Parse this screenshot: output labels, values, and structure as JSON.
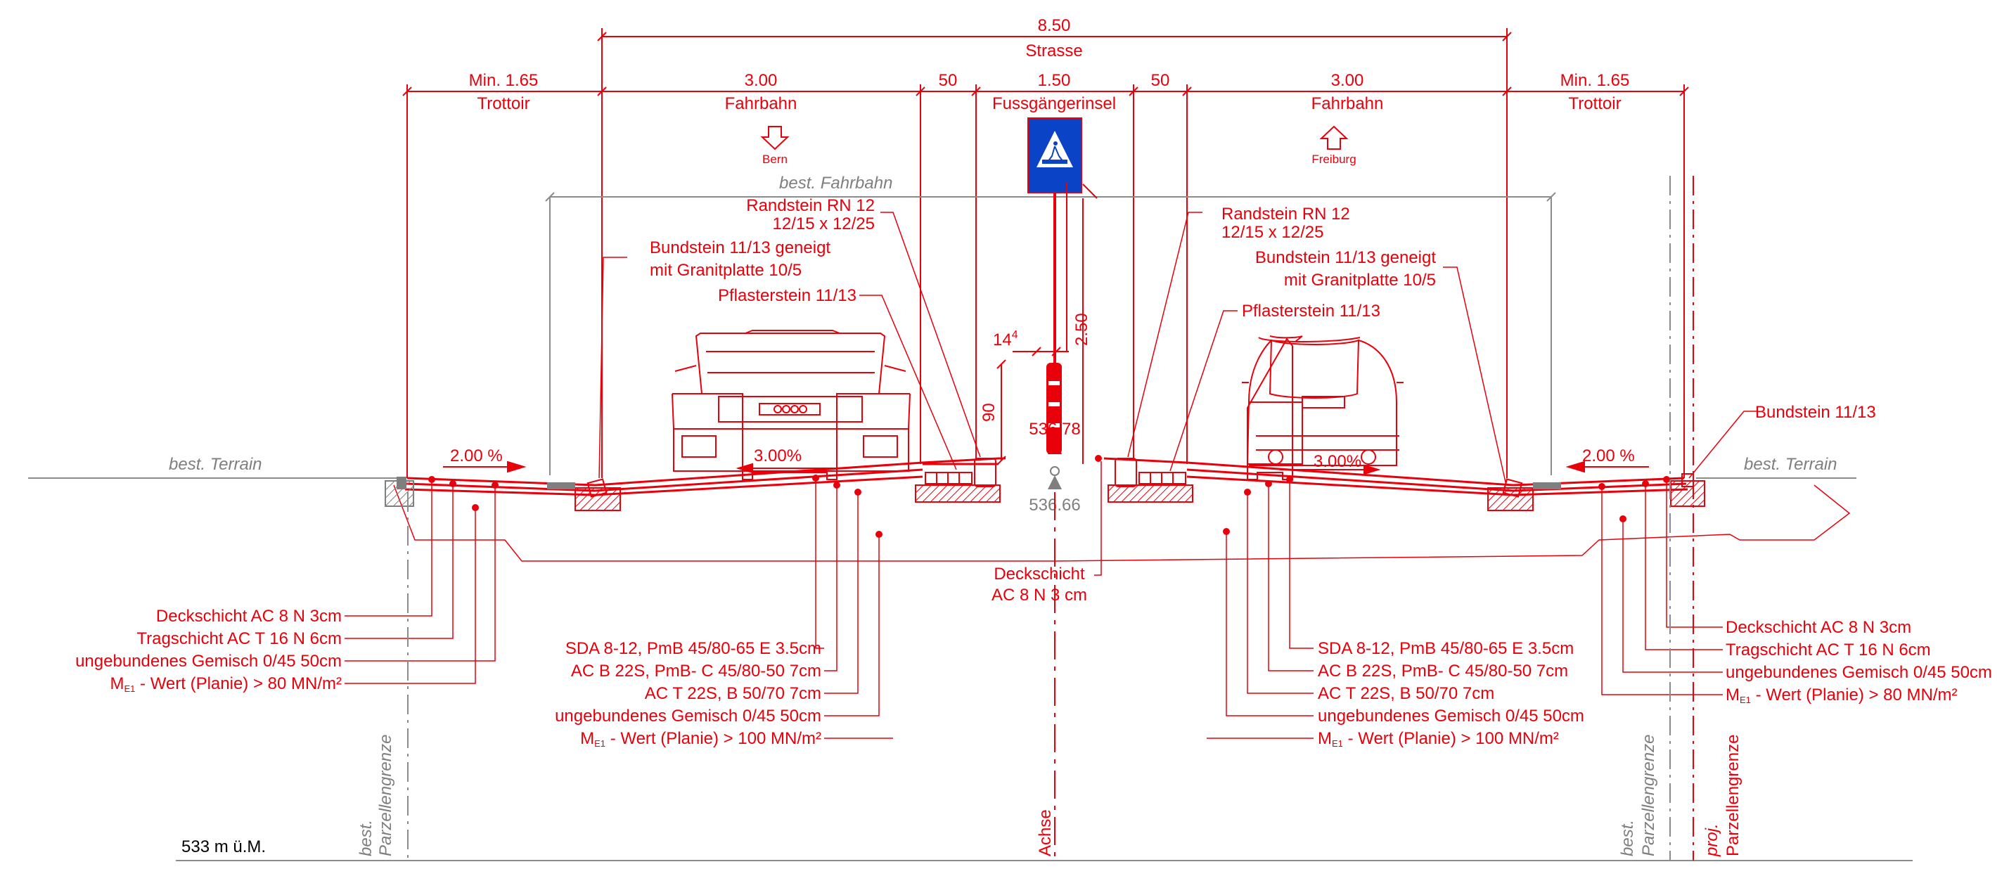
{
  "colors": {
    "red": "#e8000b",
    "gray": "#7f7f7f",
    "sign_blue": "#0a43c6",
    "black": "#000000"
  },
  "dimensions": {
    "total_value": "8.50",
    "total_label": "Strasse",
    "trottoir_l_value": "Min. 1.65",
    "trottoir_l_label": "Trottoir",
    "fahrbahn_l_value": "3.00",
    "fahrbahn_l_label": "Fahrbahn",
    "gap_l": "50",
    "insel_value": "1.50",
    "insel_label": "Fussgängerinsel",
    "gap_r": "50",
    "fahrbahn_r_value": "3.00",
    "fahrbahn_r_label": "Fahrbahn",
    "trottoir_r_value": "Min. 1.65",
    "trottoir_r_label": "Trottoir"
  },
  "directions": {
    "left": "Bern",
    "right": "Freiburg",
    "left_icon": "arrow-down-icon",
    "right_icon": "arrow-up-icon"
  },
  "existing": {
    "fahrbahn": "best. Fahrbahn",
    "terrain_l": "best. Terrain",
    "terrain_r": "best. Terrain"
  },
  "slopes": {
    "trottoir_l": "2.00 %",
    "fahrbahn_l": "3.00%",
    "fahrbahn_r": "3.00%",
    "trottoir_r": "2.00 %"
  },
  "island": {
    "dim_14": "14",
    "dim_14_sup": "4",
    "dim_250": "2.50",
    "dim_90": "90",
    "level_top": "536.78",
    "level_bottom": "536.66",
    "sign_icon": "pedestrian-crossing-sign-icon"
  },
  "labels": {
    "randstein_l_1": "Randstein RN 12",
    "randstein_l_2": "12/15 x 12/25",
    "bundstein_l_1": "Bundstein 11/13 geneigt",
    "bundstein_l_2": "mit Granitplatte 10/5",
    "pflaster_l": "Pflasterstein 11/13",
    "randstein_r_1": "Randstein RN 12",
    "randstein_r_2": "12/15 x 12/25",
    "bundstein_r_1": "Bundstein 11/13 geneigt",
    "bundstein_r_2": "mit Granitplatte 10/5",
    "pflaster_r": "Pflasterstein 11/13",
    "bundstein_edge": "Bundstein 11/13",
    "deck_island_1": "Deckschicht",
    "deck_island_2": "AC 8 N 3 cm"
  },
  "layers_trottoir_l": {
    "deck": "Deckschicht AC 8 N 3cm",
    "trag": "Tragschicht AC T 16 N 6cm",
    "gemisch": "ungebundenes Gemisch 0/45 50cm",
    "me_pre": "M",
    "me_sub": "E1",
    "me_post": " - Wert (Planie) > 80 MN/m²"
  },
  "layers_fahrbahn_l": {
    "sda": "SDA 8-12, PmB 45/80-65 E 3.5cm",
    "acb": "AC B 22S, PmB- C 45/80-50 7cm",
    "act": "AC T 22S, B 50/70 7cm",
    "gemisch": "ungebundenes Gemisch 0/45 50cm",
    "me_pre": "M",
    "me_sub": "E1",
    "me_post": " - Wert (Planie) > 100 MN/m²"
  },
  "layers_fahrbahn_r": {
    "sda": "SDA 8-12, PmB 45/80-65 E 3.5cm",
    "acb": "AC B 22S, PmB- C 45/80-50 7cm",
    "act": "AC T 22S, B 50/70 7cm",
    "gemisch": "ungebundenes Gemisch 0/45 50cm",
    "me_pre": "M",
    "me_sub": "E1",
    "me_post": " - Wert (Planie) > 100 MN/m²"
  },
  "layers_trottoir_r": {
    "deck": "Deckschicht AC 8 N 3cm",
    "trag": "Tragschicht AC T 16 N 6cm",
    "gemisch": "ungebundenes Gemisch 0/45 50cm",
    "me_pre": "M",
    "me_sub": "E1",
    "me_post": " - Wert (Planie) > 80 MN/m²"
  },
  "boundaries": {
    "best_l_1": "best.",
    "best_l_2": "Parzellengrenze",
    "best_r_1": "best.",
    "best_r_2": "Parzellengrenze",
    "proj_1": "proj.",
    "proj_2": "Parzellengrenze",
    "achse": "Achse"
  },
  "datum": "533 m ü.M."
}
